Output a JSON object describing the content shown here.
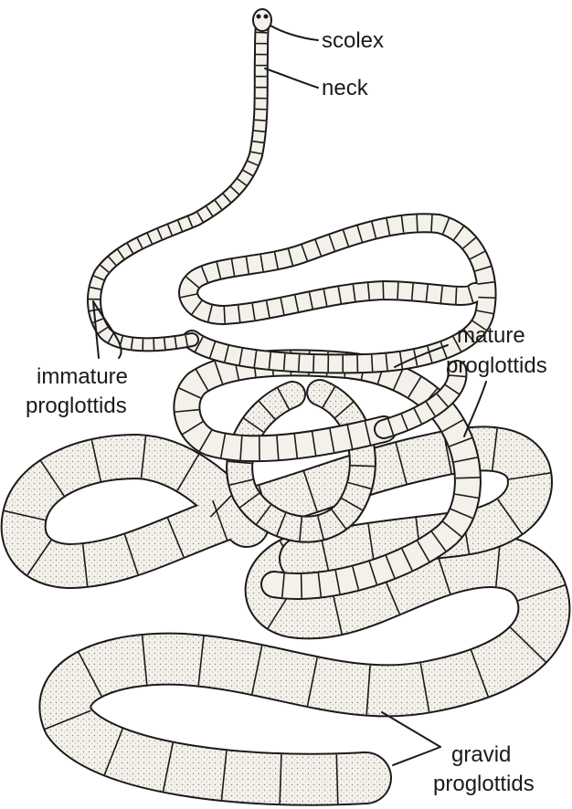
{
  "labels": {
    "scolex": "scolex",
    "neck": "neck",
    "immature_line1": "immature",
    "immature_line2": "proglottids",
    "mature_line1": "mature",
    "mature_line2": "proglottids",
    "gravid_line1": "gravid",
    "gravid_line2": "proglottids"
  },
  "colors": {
    "outline": "#1a1a1a",
    "segment_fill": "#f4f1ea",
    "stipple": "#8a8a8a",
    "background": "#ffffff"
  }
}
